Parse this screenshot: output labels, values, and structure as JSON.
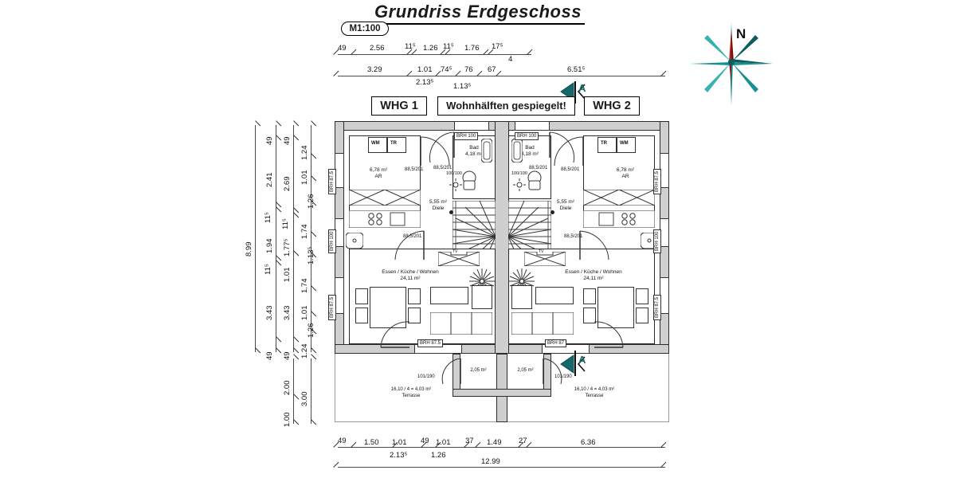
{
  "document": {
    "title": "Grundriss Erdgeschoss",
    "scale": "M1:100"
  },
  "labels": {
    "whg_left": "WHG 1",
    "mirror_note": "Wohnhälften gespiegelt!",
    "whg_right": "WHG 2",
    "section_marker": "A"
  },
  "colors": {
    "wall_fill": "#cfcfcf",
    "line": "#2b2b2b",
    "compass_teal": "#1a8f8f",
    "compass_dark_teal": "#0d5c5e",
    "compass_red": "#b5201c",
    "section_teal": "#16696b"
  },
  "compass": {
    "north_label": "N"
  },
  "dimensions": {
    "top_row1": [
      "49",
      "2.56",
      "11⁵",
      "1.26",
      "11⁵",
      "1.76",
      "17⁵",
      "4"
    ],
    "top_row2": [
      "3.29",
      "1.01",
      "74⁵",
      "76",
      "67",
      "6.51⁵"
    ],
    "top_row2_sub": [
      "2.13⁵",
      "1.13⁵"
    ],
    "bottom_row1": [
      "49",
      "1.50",
      "1.01",
      "49",
      "1.01",
      "37",
      "1.49",
      "27",
      "6.36"
    ],
    "bottom_row1_sub": [
      "2.13⁵",
      "1.26"
    ],
    "bottom_total": "12.99",
    "left_total": "8.99",
    "left_chain_a": [
      "49",
      "2.41",
      "11⁵",
      "1.94",
      "11⁵",
      "3.43",
      "49"
    ],
    "left_chain_b": [
      "49",
      "2.69",
      "11⁵",
      "1.77⁵",
      "1.01",
      "3.43",
      "49"
    ],
    "left_chain_c": [
      "1.24",
      "1.01",
      "1.26",
      "1.74",
      "1.13⁵",
      "1.74",
      "1.01",
      "1.26",
      "1.24"
    ],
    "terrace_chain": [
      "2.00",
      "1.00"
    ],
    "terrace_total": "3.00"
  },
  "rooms": {
    "ar": {
      "area": "6,78 m²",
      "name": "AR"
    },
    "bad": {
      "name": "Bad",
      "area": "4,18 m²"
    },
    "diele": {
      "area": "5,55 m²",
      "name": "Diele"
    },
    "wohnen": {
      "name": "Essen / Küche / Wohnen",
      "area": "24,11 m²"
    },
    "terrasse": {
      "calc": "16,10 / 4 = 4,03 m²",
      "name": "Terrasse"
    },
    "entry": {
      "area": "2,05 m²"
    }
  },
  "appliances": {
    "wm": "WM",
    "tr": "TR",
    "tv": "TV"
  },
  "openings": {
    "door_interior": "88,5/201",
    "door_terrace": "101/190",
    "window_bad": "100/100",
    "window_brh100": "BRH 100",
    "window_brh875": "BRH 87.5",
    "window_brh87": "BRH 87"
  }
}
